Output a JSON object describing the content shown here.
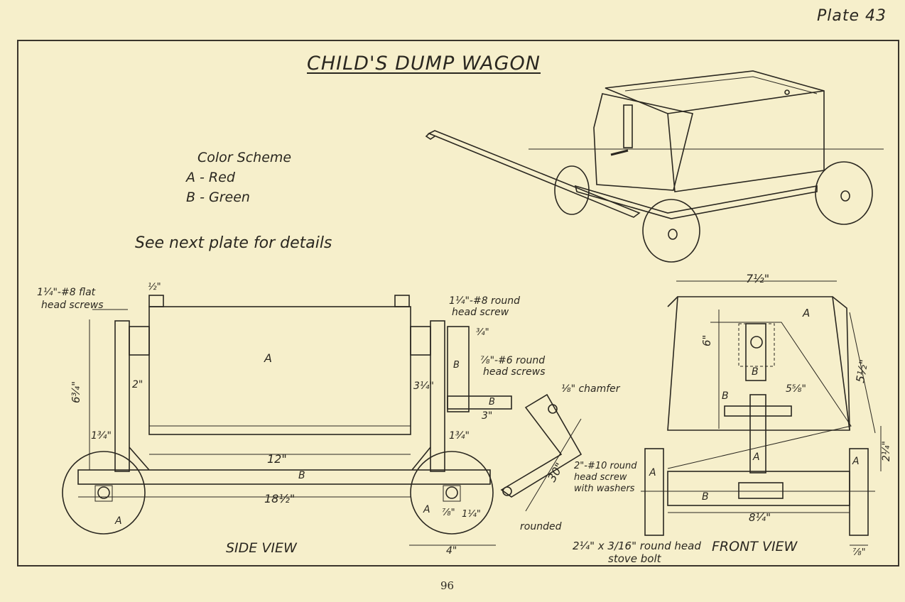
{
  "plate_label": "Plate 43",
  "title": "CHILD'S DUMP WAGON",
  "color_scheme": {
    "heading": "Color Scheme",
    "items": [
      "A - Red",
      "B - Green"
    ]
  },
  "note": "See next plate for details",
  "views": {
    "side": "SIDE VIEW",
    "front": "FRONT VIEW"
  },
  "side_labels": {
    "screws_flat": "1¼\"-#8 flat",
    "screws_flat_2": "head screws",
    "screw_round": "1¼\"-#8 round",
    "screw_round_2": "head screw",
    "screws_small": "⅞\"-#6 round",
    "screws_small_2": "head screws",
    "chamfer": "⅛\" chamfer",
    "rounded": "rounded",
    "dim_half": "½\"",
    "dim_6_3_4": "6¾\"",
    "dim_2": "2\"",
    "dim_1_3_4": "1¾\"",
    "dim_12": "12\"",
    "dim_18_1_2": "18½\"",
    "dim_3_1_4": "3¼\"",
    "dim_3": "3\"",
    "dim_30": "30\"",
    "dim_4": "4\"",
    "dim_7_8": "⅞\"",
    "dim_1_1_4": "1¼\"",
    "dim_3_4": "¾\"",
    "part_a": "A",
    "part_b": "B"
  },
  "front_labels": {
    "dim_7_1_2": "7½\"",
    "dim_6": "6\"",
    "dim_5_1_2": "5½\"",
    "dim_5_8": "5⅝\"",
    "dim_2_1_4": "2¼\"",
    "dim_8_1_4": "8¼\"",
    "dim_7_8": "⅞\"",
    "screw_10": "2\"-#10 round",
    "screw_10_2": "head screw",
    "screw_10_3": "with washers",
    "bolt": "2¼\" x 3/16\" round head",
    "bolt_2": "stove bolt"
  },
  "page_number": "96"
}
